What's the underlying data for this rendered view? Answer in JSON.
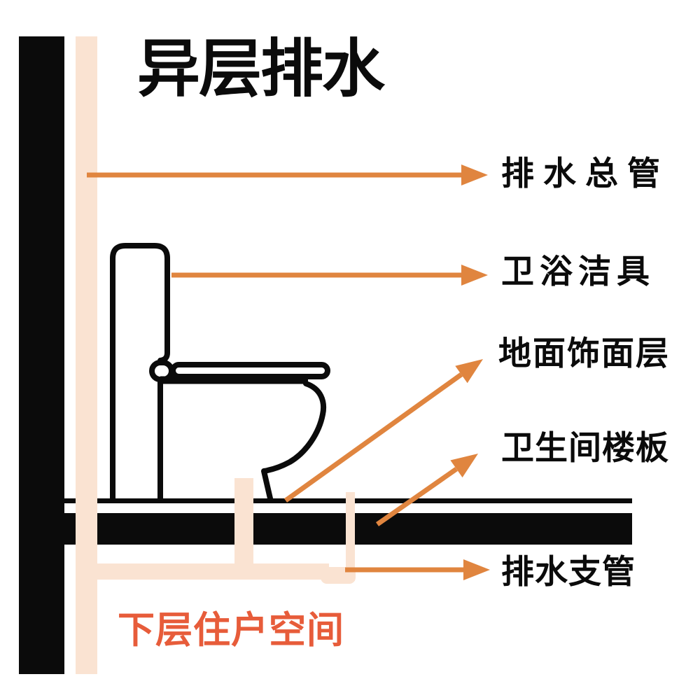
{
  "title": "异层排水",
  "annotations": [
    {
      "id": "main-stack",
      "text": "排水总管"
    },
    {
      "id": "fixture",
      "text": "卫浴洁具"
    },
    {
      "id": "floor-finish",
      "text": "地面饰面层"
    },
    {
      "id": "bathroom-slab",
      "text": "卫生间楼板"
    },
    {
      "id": "branch-pipe",
      "text": "排水支管"
    }
  ],
  "footer": {
    "text": "下层住户空间"
  },
  "colors": {
    "ink": "#0B0B0B",
    "arrow_orange": "#E0853F",
    "pipe_pink": "#FAE3D2",
    "footer_orange": "#E75C3A",
    "background": "#FFFFFF"
  }
}
